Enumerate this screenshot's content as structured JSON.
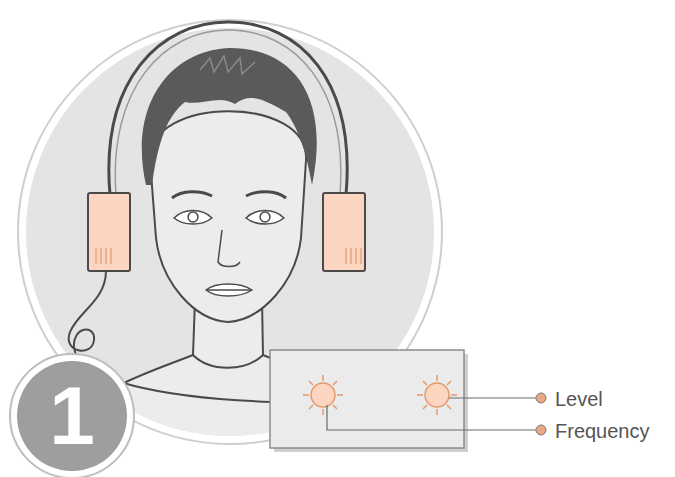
{
  "diagram": {
    "nodes": [
      {
        "text": [
          "1"
        ]
      }
    ],
    "labels": [
      "Level",
      "Frequency"
    ]
  }
}
